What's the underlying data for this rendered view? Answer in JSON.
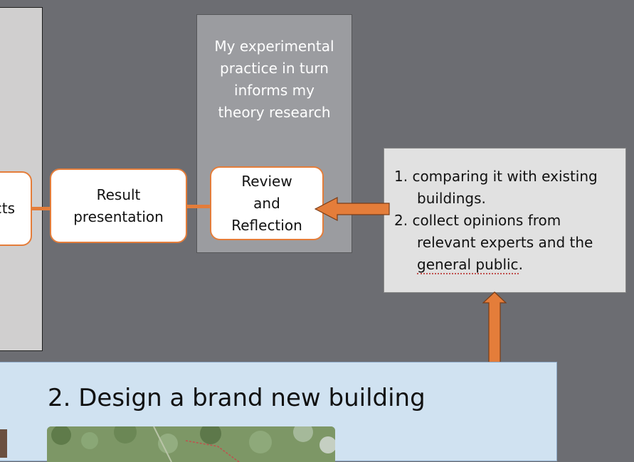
{
  "note": {
    "lines": [
      "My experimental",
      "practice in turn",
      "informs my",
      "theory research"
    ]
  },
  "nodes": {
    "left_fragment": "cts",
    "result_lines": [
      "Result",
      "presentation"
    ],
    "review_lines": [
      "Review",
      "and",
      "Reflection"
    ]
  },
  "methods": [
    {
      "num": "1.",
      "lines": [
        "comparing it with existing",
        "buildings."
      ]
    },
    {
      "num": "2.",
      "lines": [
        "collect opinions from",
        "relevant experts and the"
      ],
      "last_underlined": "general public",
      "last_tail": "."
    }
  ],
  "design": {
    "title": "2. Design a brand new building"
  },
  "colors": {
    "background": "#6c6d72",
    "accent_orange": "#e47d3a",
    "panel_blue": "#d0e2f1",
    "note_grey": "#9b9ca0"
  },
  "icons": {
    "left_arrow": "arrow-left-icon",
    "up_arrow": "arrow-up-icon"
  }
}
